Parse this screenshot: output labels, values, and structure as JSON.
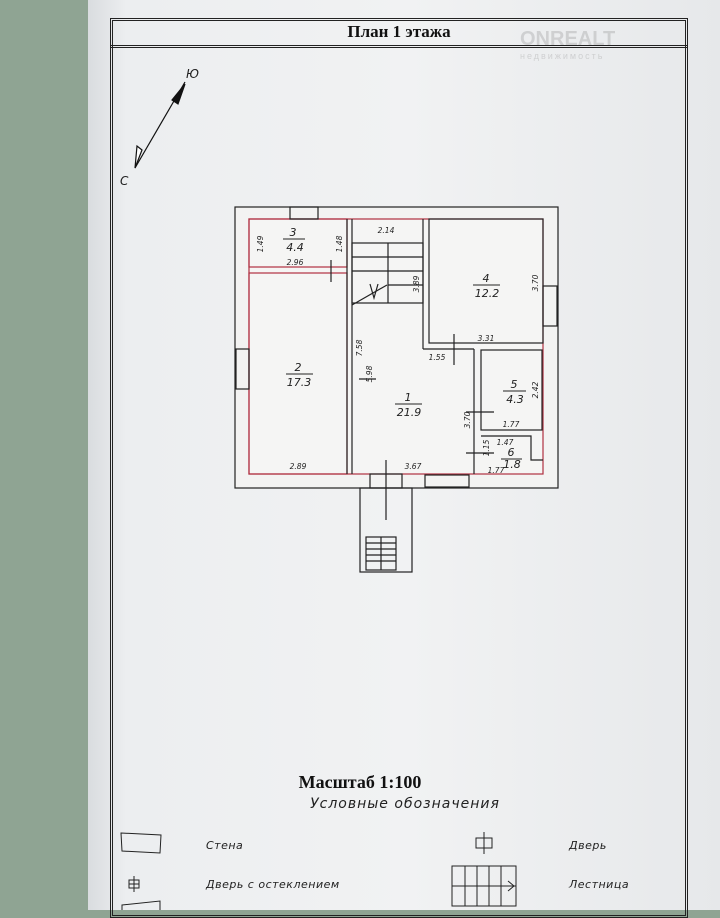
{
  "header": {
    "title": "План 1 этажа"
  },
  "watermark": {
    "brand": "ONREALT",
    "sub": "недвижимость"
  },
  "compass": {
    "north": "Ю",
    "south": "С"
  },
  "rooms": [
    {
      "number": "1",
      "area": "21.9"
    },
    {
      "number": "2",
      "area": "17.3"
    },
    {
      "number": "3",
      "area": "4.4"
    },
    {
      "number": "4",
      "area": "12.2"
    },
    {
      "number": "5",
      "area": "4.3"
    },
    {
      "number": "6",
      "area": "1.8"
    }
  ],
  "dimensions": {
    "r3_left": "1.49",
    "r3_right": "1.48",
    "r3_bottom": "2.96",
    "stair_top": "2.14",
    "stair_len": "3.89",
    "r4_right": "3.70",
    "r4_bottom": "3.31",
    "hall_left": "7.58",
    "r2_right": "5.98",
    "hall_mid": "1.55",
    "hall_right": "3.70",
    "hall_bottom": "3.67",
    "r2_bottom": "2.89",
    "r5_right": "2.42",
    "r5_bottom": "1.77",
    "r6_top": "1.47",
    "r6_left": "1.15",
    "r6_bottom": "1.77"
  },
  "footer": {
    "scale": "Масштаб 1:100",
    "legend_title": "Условные обозначения",
    "legend": {
      "wall": "Стена",
      "door": "Дверь",
      "glazed_door": "Дверь с остеклением",
      "stairs": "Лестница"
    }
  }
}
